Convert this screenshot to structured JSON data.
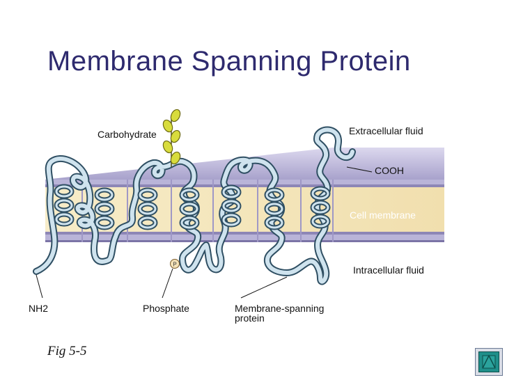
{
  "title": "Membrane Spanning Protein",
  "labels": {
    "carbohydrate": "Carbohydrate",
    "extracellular": "Extracellular fluid",
    "cooh": "COOH",
    "cell_membrane": "Cell membrane",
    "intracellular": "Intracellular fluid",
    "nh2": "NH2",
    "phosphate": "Phosphate",
    "protein_line1": "Membrane-spanning",
    "protein_line2": "protein",
    "phosphate_marker": "P"
  },
  "figure_caption": "Fig 5-5",
  "colors": {
    "title": "#2e2a6e",
    "membrane_top": "#b8b3d6",
    "membrane_core": "#f3e3b6",
    "membrane_band": "#a9a3c8",
    "protein_fill": "#cfe3ee",
    "protein_stroke": "#2f4f63",
    "carbohydrate": "#d8dc3c",
    "nav_button": "#1f8f8a"
  },
  "icons": {
    "nav_button": "slide-navigation-icon"
  }
}
